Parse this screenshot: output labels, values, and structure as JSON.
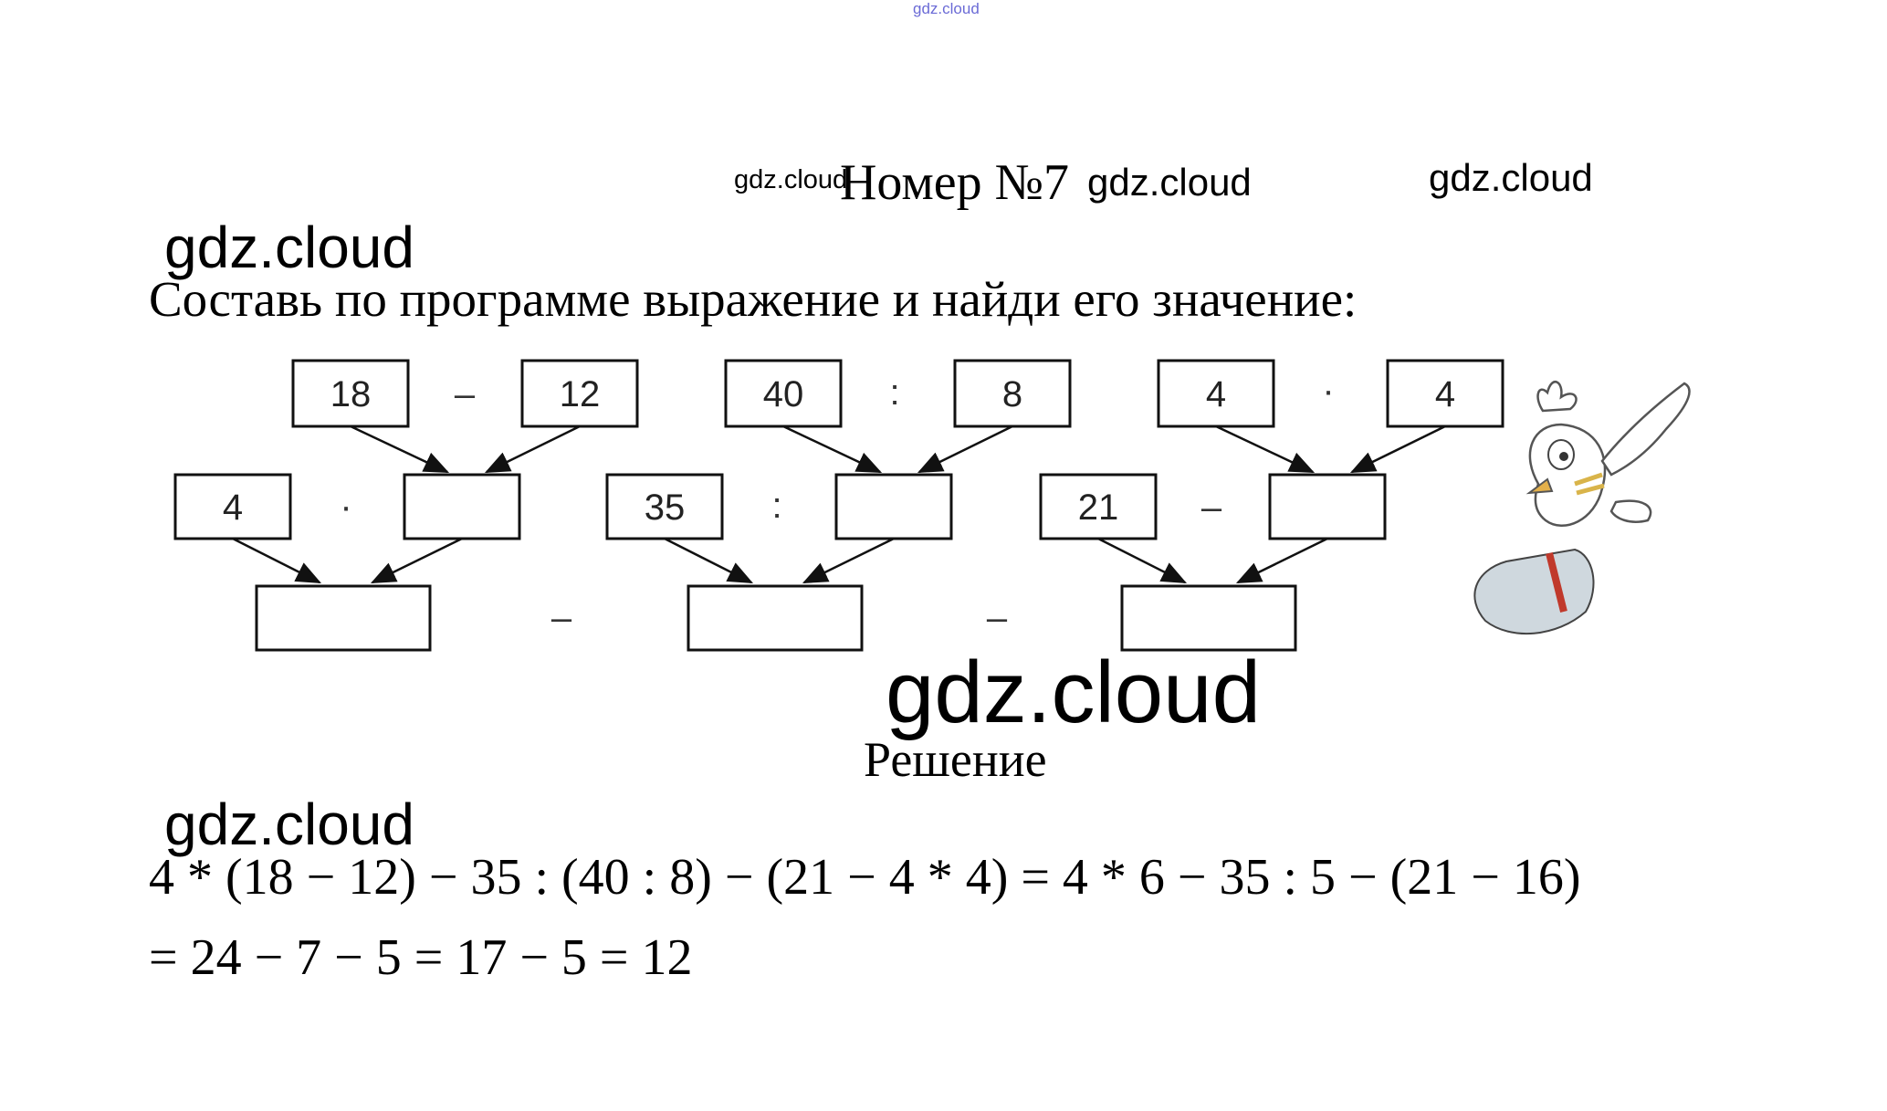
{
  "watermarks": {
    "top": "gdz.cloud",
    "title_left": "gdz.cloud",
    "title_right": "gdz.cloud",
    "title_far": "gdz.cloud",
    "left_1": "gdz.cloud",
    "center": "gdz.cloud",
    "left_2": "gdz.cloud"
  },
  "title": "Номер №7",
  "task": "Составь по программе выражение и найди его значение:",
  "diagram": {
    "groups": [
      {
        "top_left": "18",
        "top_op": "–",
        "top_right": "12",
        "mid_left": "4",
        "mid_op": "·"
      },
      {
        "top_left": "40",
        "top_op": ":",
        "top_right": "8",
        "mid_left": "35",
        "mid_op": ":"
      },
      {
        "top_left": "4",
        "top_op": "·",
        "top_right": "4",
        "mid_left": "21",
        "mid_op": "–"
      }
    ],
    "bottom_ops": [
      "–",
      "–"
    ]
  },
  "solution_label": "Решение",
  "solution": {
    "line1": "4 * (18 − 12) − 35 : (40 : 8) − (21 − 4 * 4) = 4 * 6 − 35 : 5 − (21 − 16)",
    "line2": "= 24 − 7 − 5 = 17 − 5 = 12"
  }
}
